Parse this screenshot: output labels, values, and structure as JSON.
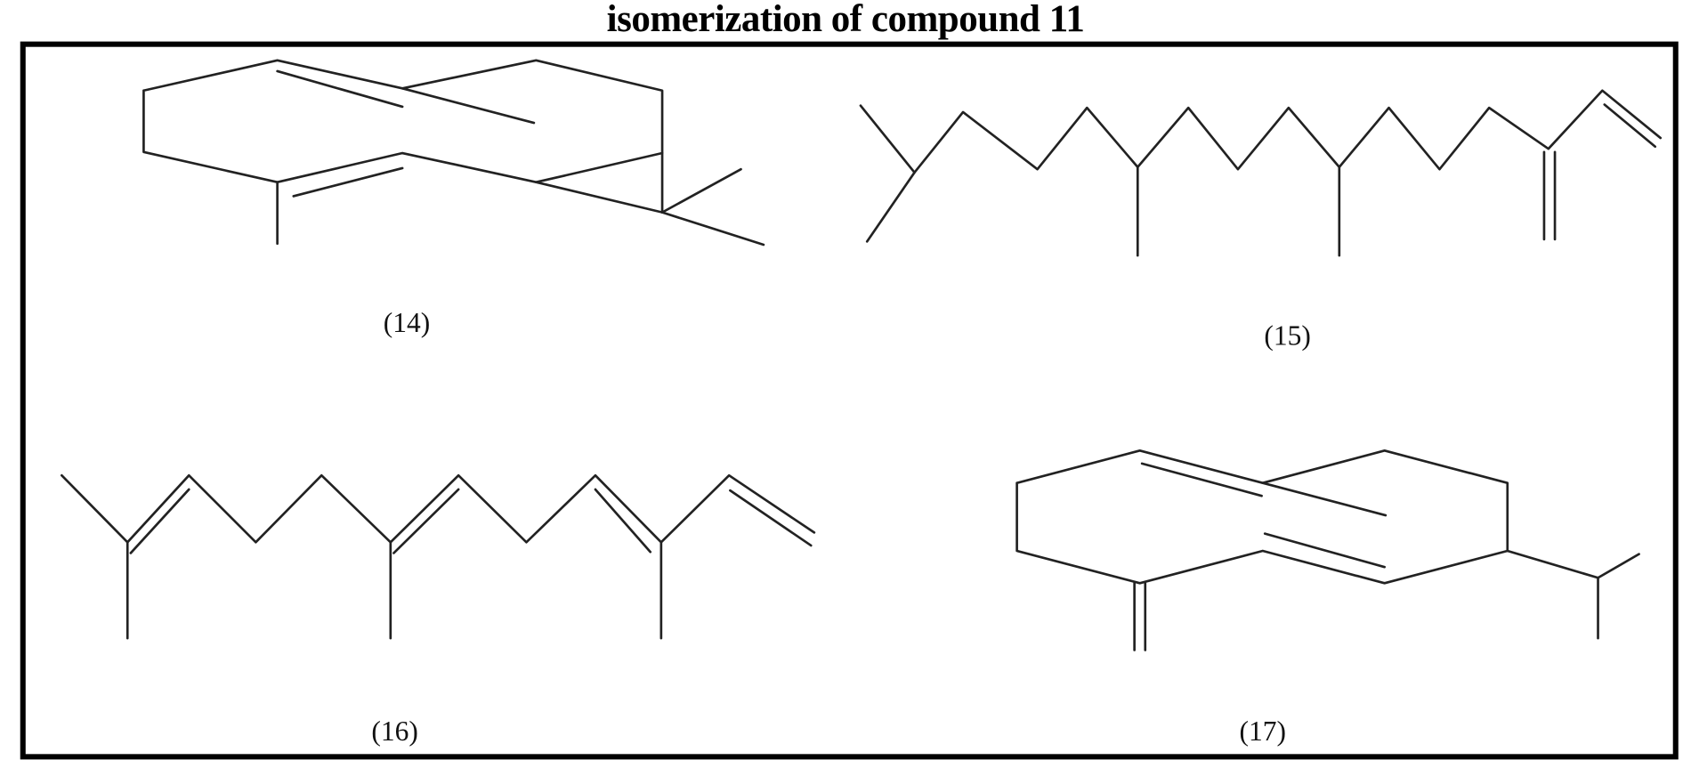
{
  "figure": {
    "title": "isomerization of compound 11",
    "border_color": "#000000",
    "compounds": [
      {
        "id": "14",
        "label": "(14)",
        "description": "bicyclic sesquiterpene: cyclodecadiene fused to gem-dimethylcyclopropane (bicyclogermacrene-type)"
      },
      {
        "id": "15",
        "label": "(15)",
        "description": "acyclic diterpene with terminal diene (neophytadiene-type)"
      },
      {
        "id": "16",
        "label": "(16)",
        "description": "acyclic sesquiterpene triene with terminal vinyl (beta-farnesene/alpha-farnesene-type)"
      },
      {
        "id": "17",
        "label": "(17)",
        "description": "cyclodecadiene with exocyclic methylene and isopropyl group (germacrene D-type)"
      }
    ]
  }
}
